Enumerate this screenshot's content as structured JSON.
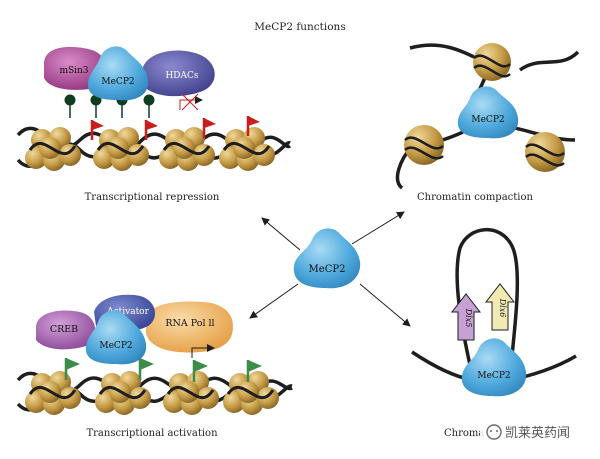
{
  "title": "MeCP2 functions",
  "center_protein": "MeCP2",
  "panels": {
    "repression": {
      "caption": "Transcriptional repression",
      "proteins": {
        "msin3": "mSin3",
        "mecp2": "MeCP2",
        "hdacs": "HDACs"
      }
    },
    "compaction": {
      "caption": "Chromatin compaction",
      "proteins": {
        "mecp2": "MeCP2"
      }
    },
    "activation": {
      "caption": "Transcriptional activation",
      "proteins": {
        "creb": "CREB",
        "activator": "Activator",
        "mecp2": "MeCP2",
        "rna_pol": "RNA Pol ll"
      }
    },
    "looping": {
      "caption_visible": "Chroma",
      "proteins": {
        "mecp2": "MeCP2"
      },
      "genes": {
        "dlx5": "Dlx5",
        "dlx6": "Dlx6"
      }
    }
  },
  "watermark": "凯莱英药闻",
  "colors": {
    "mecp2": "#4fa9dc",
    "nucleosome": "#b8923a",
    "dna": "#1e1e1e",
    "msin3": "#a53f90",
    "hdacs": "#4e4da0",
    "creb": "#a05ea8",
    "activator": "#3d4fa0",
    "rna_pol": "#f0b35a",
    "methyl_dot": "#0e3d22",
    "red_flag": "#c81e1e",
    "green_flag": "#3c8c4a",
    "dlx5": "#c7a0d4",
    "dlx6": "#f1eab4"
  }
}
